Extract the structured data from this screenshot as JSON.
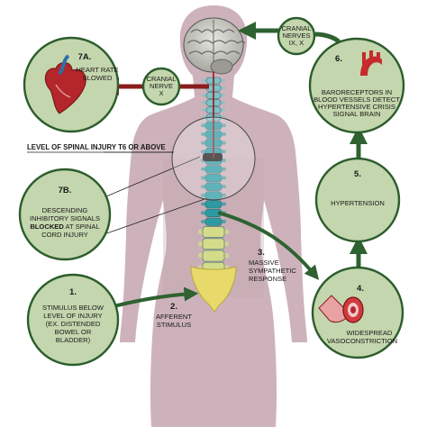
{
  "level_label": "LEVEL OF SPINAL INJURY T6 OR ABOVE",
  "cranial_x": {
    "line1": "CRANIAL",
    "line2": "NERVE",
    "line3": "X"
  },
  "cranial_ix_x": {
    "line1": "CRANIAL",
    "line2": "NERVES",
    "line3": "IX, X"
  },
  "step_7a": {
    "num": "7A.",
    "line1": "HEART RATE",
    "line2": "SLOWED"
  },
  "step_6": {
    "num": "6.",
    "line1": "BARORECEPTORS IN",
    "line2": "BLOOD VESSELS DETECT",
    "line3": "HYPERTENSIVE CRISIS",
    "line4": "SIGNAL BRAIN"
  },
  "step_5": {
    "num": "5.",
    "line1": "HYPERTENSION"
  },
  "step_7b": {
    "num": "7B.",
    "line1": "DESCENDING",
    "line2": "INHIBITORY SIGNALS",
    "line3_bold": "BLOCKED",
    "line3_rest": " AT SPINAL",
    "line4": "CORD INJURY"
  },
  "step_3": {
    "num": "3.",
    "line1": "MASSIVE",
    "line2": "SYMPATHETIC",
    "line3": "RESPONSE"
  },
  "step_4": {
    "num": "4.",
    "line1": "WIDESPREAD",
    "line2": "VASOCONSTRICTION"
  },
  "step_1": {
    "num": "1.",
    "line1": "STIMULUS BELOW",
    "line2": "LEVEL OF INJURY",
    "line3": "(EX. DISTENDED",
    "line4": "BOWEL OR",
    "line5": "BLADDER)"
  },
  "step_2": {
    "num": "2.",
    "line1": "AFFERENT",
    "line2": "STIMULUS"
  },
  "colors": {
    "body": "#cdb2bb",
    "circle_fill": "#c4d6ad",
    "circle_stroke": "#2b5d2c",
    "arrow_green": "#2e6230",
    "arrow_red": "#8b1c1c",
    "spine_cervical": "#7fc1c6",
    "spine_thoracic": "#2d9aa3",
    "spine_lumbar": "#d4dc8a",
    "sacrum": "#e8da6a",
    "injury": "#1e1e1e"
  }
}
